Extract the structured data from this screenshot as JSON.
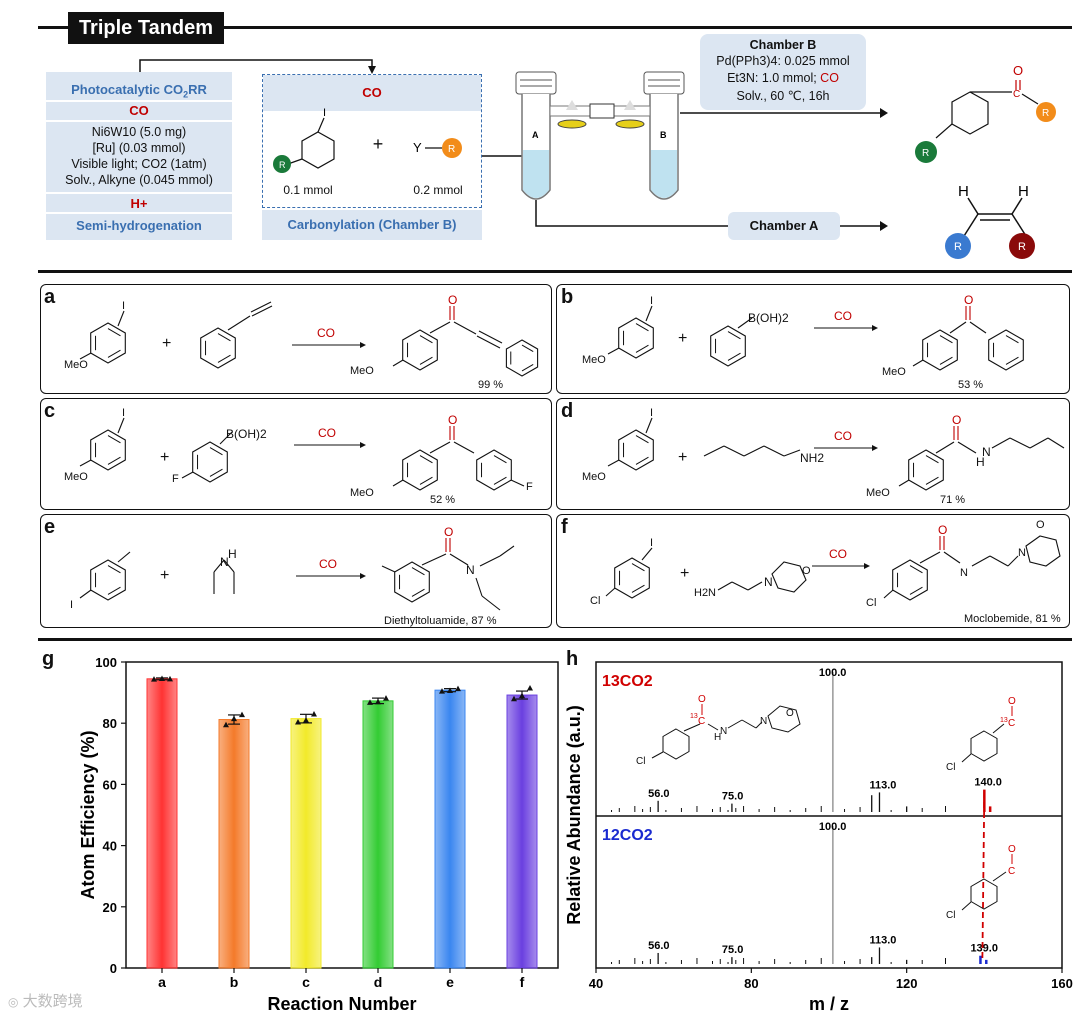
{
  "header": {
    "title": "Triple Tandem"
  },
  "photocat": {
    "title": "Photocatalytic CO",
    "title_sub": "2",
    "title_end": "RR",
    "co": "CO",
    "lines": [
      "Ni6W10 (5.0 mg)",
      "[Ru] (0.03 mmol)",
      "Visible light; CO2 (1atm)",
      "Solv., Alkyne (0.045 mmol)"
    ],
    "h_plus": "H+",
    "bottom": "Semi-hydrogenation"
  },
  "carbonyl": {
    "co": "CO",
    "amount1": "0.1 mmol",
    "amount2": "0.2 mmol",
    "plus": "+",
    "bottom": "Carbonylation (Chamber B)",
    "iodo": "I",
    "y": "Y",
    "r": "R"
  },
  "vessel": {
    "a": "A",
    "b": "B"
  },
  "chamberB": {
    "title": "Chamber B",
    "line1": "Pd(PPh3)4: 0.025 mmol",
    "line2a": "Et3N: 1.0 mmol; ",
    "line2b": "CO",
    "line3": "Solv., 60 ℃, 16h"
  },
  "chamberA": {
    "title": "Chamber A"
  },
  "products": {
    "o": "O",
    "c": "C",
    "r": "R",
    "h": "H"
  },
  "reactions": [
    {
      "label": "a",
      "reagent": "CO",
      "yield": "99 %",
      "meo": "MeO",
      "i": "I"
    },
    {
      "label": "b",
      "reagent": "CO",
      "yield": "53 %",
      "boh": "B(OH)2",
      "meo": "MeO",
      "i": "I"
    },
    {
      "label": "c",
      "reagent": "CO",
      "yield": "52 %",
      "boh": "B(OH)2",
      "f": "F",
      "meo": "MeO",
      "i": "I"
    },
    {
      "label": "d",
      "reagent": "CO",
      "yield": "71 %",
      "nh2": "NH2",
      "nh": "H",
      "n": "N",
      "meo": "MeO",
      "i": "I"
    },
    {
      "label": "e",
      "reagent": "CO",
      "yield": "Diethyltoluamide, 87 %",
      "nh": "H",
      "n": "N",
      "i": "I"
    },
    {
      "label": "f",
      "reagent": "CO",
      "yield": "Moclobemide, 81 %",
      "h2n": "H2N",
      "n": "N",
      "o": "O",
      "cl": "Cl",
      "i": "I"
    }
  ],
  "chart_data": [
    {
      "type": "bar",
      "panel": "g",
      "categories": [
        "a",
        "b",
        "c",
        "d",
        "e",
        "f"
      ],
      "values": [
        94.5,
        81.2,
        81.5,
        87.3,
        90.8,
        89.2
      ],
      "errors": [
        0.3,
        1.5,
        1.4,
        0.9,
        0.5,
        1.3
      ],
      "points": [
        [
          94.4,
          94.6,
          94.5
        ],
        [
          79.5,
          81.5,
          82.8
        ],
        [
          80.4,
          81.0,
          83.0
        ],
        [
          86.8,
          87.0,
          88.2
        ],
        [
          90.5,
          90.7,
          91.3
        ],
        [
          88.0,
          89.0,
          91.5
        ]
      ],
      "colors": [
        "#ff3333",
        "#f47a2a",
        "#f2ea2a",
        "#33cc33",
        "#3a86f0",
        "#6a3fe0"
      ],
      "xlabel": "Reaction Number",
      "ylabel": "Atom  Efficiency (%)",
      "ylim": [
        0,
        100
      ],
      "yticks": [
        0,
        20,
        40,
        60,
        80,
        100
      ]
    },
    {
      "type": "bar",
      "panel": "h",
      "xlabel": "m / z",
      "ylabel": "Relative Abundance (a.u.)",
      "xlim": [
        40,
        160
      ],
      "xticks": [
        40,
        80,
        120,
        160
      ],
      "series": [
        {
          "name": "13CO2",
          "peaks": [
            [
              56,
              8
            ],
            [
              75,
              6
            ],
            [
              101,
              100
            ],
            [
              111,
              12
            ],
            [
              113,
              14
            ],
            [
              120,
              4
            ],
            [
              140,
              16
            ],
            [
              141.5,
              4
            ]
          ],
          "labels": [
            "56.0",
            "75.0",
            "100.0",
            "113.0",
            "140.0"
          ]
        },
        {
          "name": "12CO2",
          "peaks": [
            [
              56,
              8
            ],
            [
              75,
              5
            ],
            [
              101,
              100
            ],
            [
              111,
              5
            ],
            [
              113,
              12
            ],
            [
              120,
              3
            ],
            [
              139,
              6
            ],
            [
              140.5,
              3
            ]
          ],
          "labels": [
            "56.0",
            "75.0",
            "100.0",
            "113.0",
            "139.0"
          ]
        }
      ]
    }
  ],
  "ms_labels": {
    "c13": "13",
    "c": "C",
    "o": "O",
    "n": "N",
    "h": "H",
    "cl": "Cl"
  },
  "watermark": "大数跨境"
}
